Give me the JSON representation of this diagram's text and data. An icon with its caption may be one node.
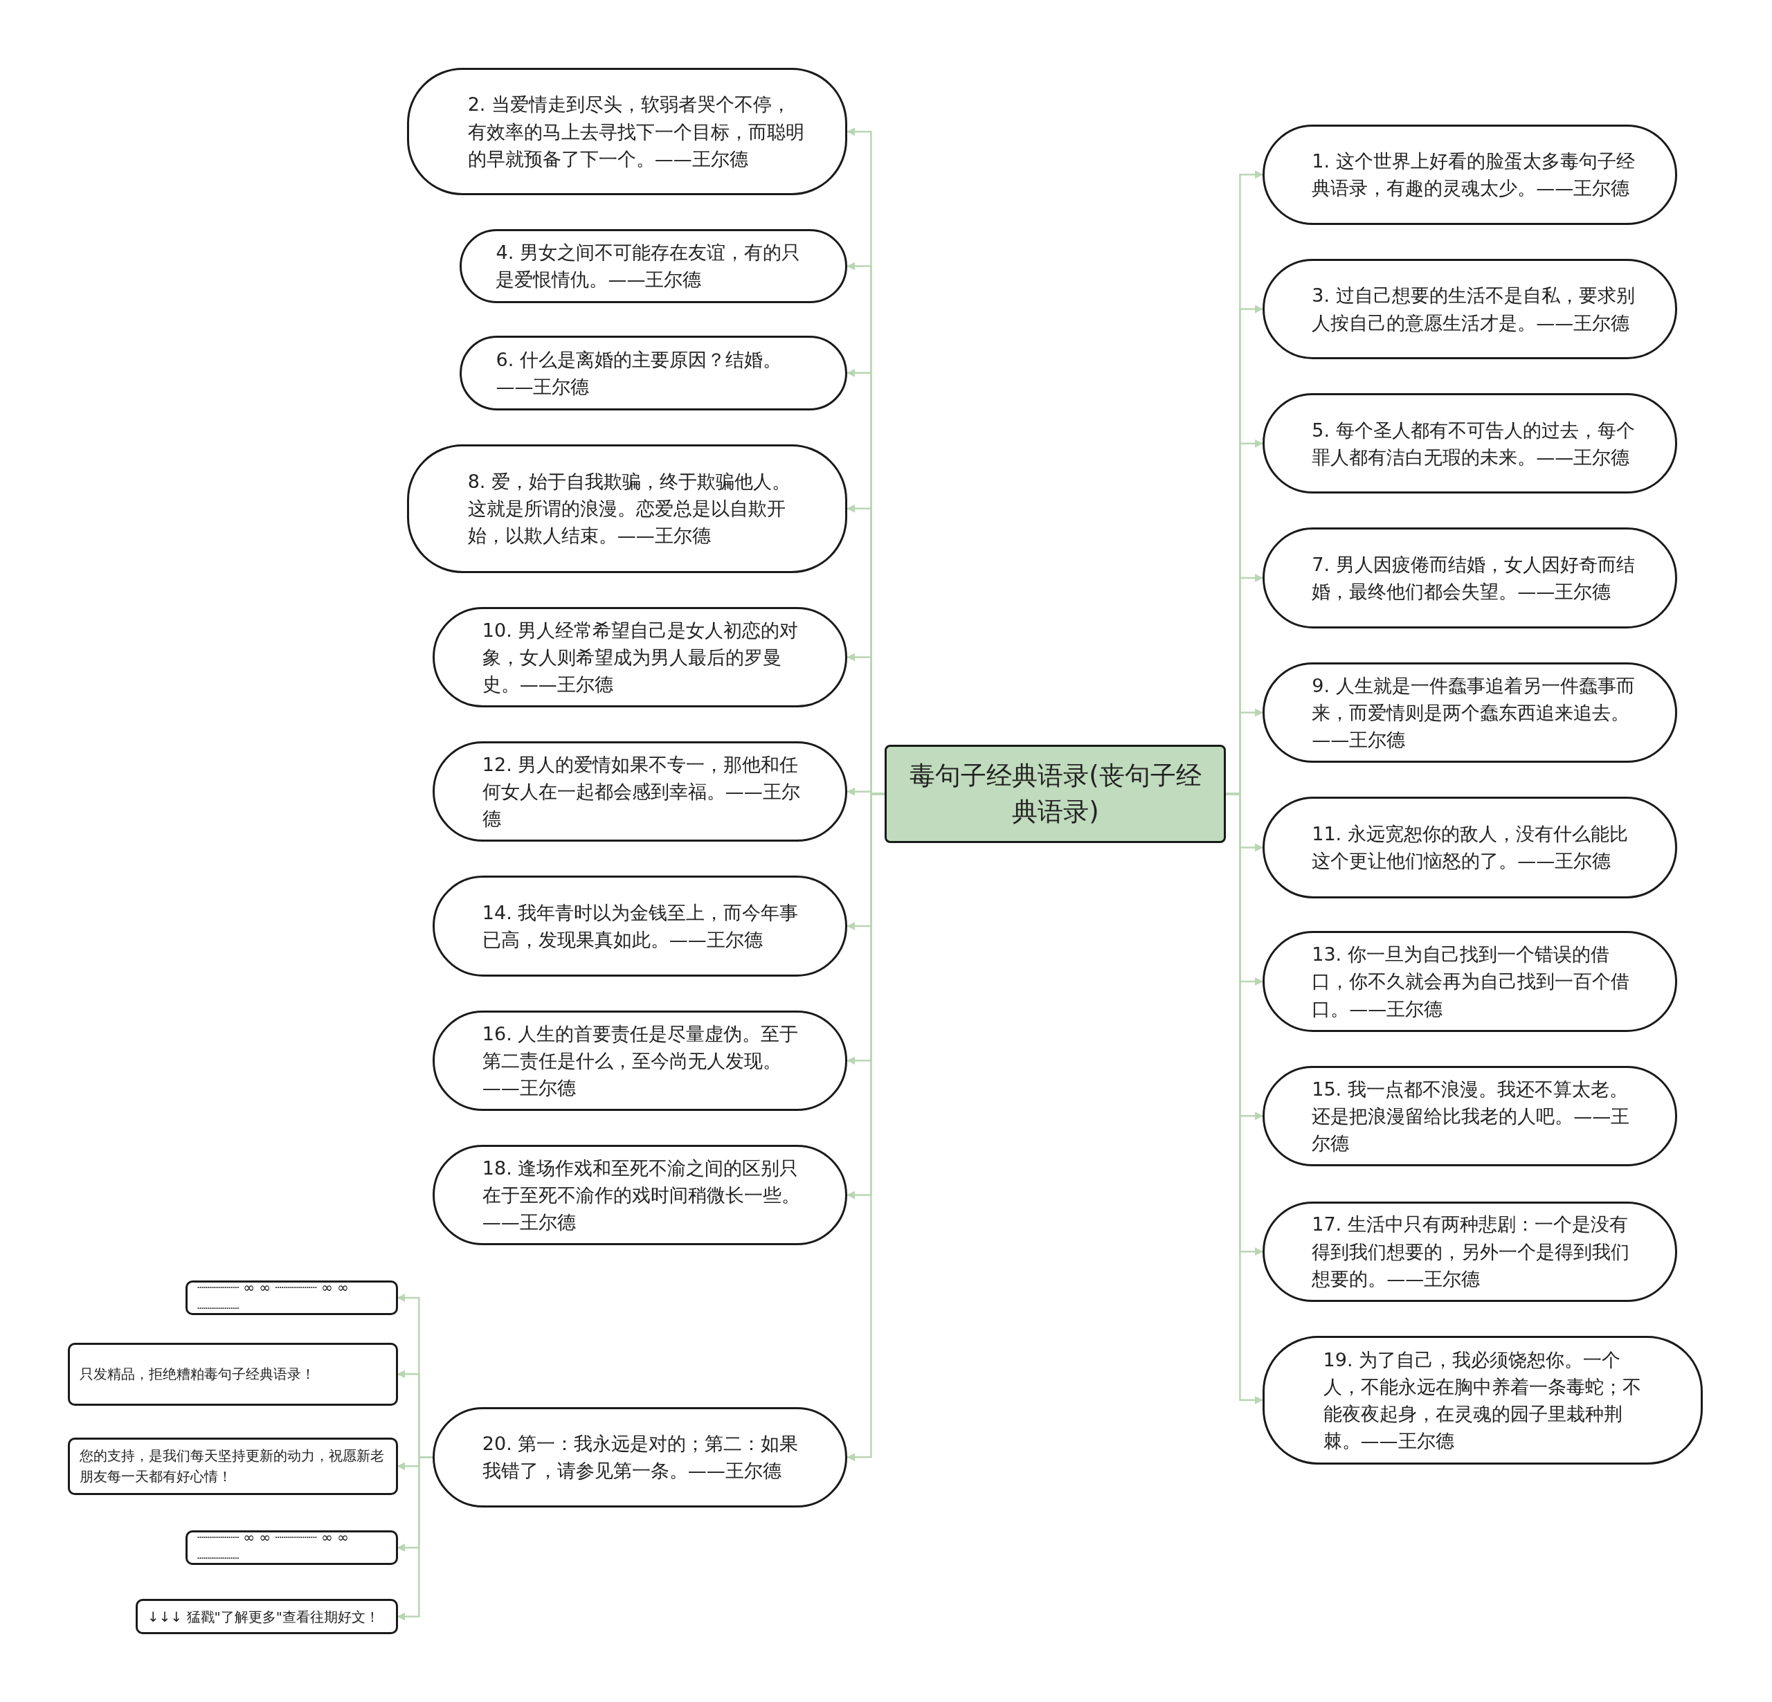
{
  "diagram": {
    "nodes": [
      {
        "text": [
          "毒句子经典语录(丧句子经典语录)"
        ]
      },
      {
        "text": [
          "2. 当爱情走到尽头，软弱者哭个不停，有效率的马上去寻找下一个目标，而聪明的早就预备了下一个。——王尔德"
        ]
      },
      {
        "text": [
          "4. 男女之间不可能存在友谊，有的只是爱恨情仇。——王尔德"
        ]
      },
      {
        "text": [
          "6. 什么是离婚的主要原因？结婚。——王尔德"
        ]
      },
      {
        "text": [
          "8. 爱，始于自我欺骗，终于欺骗他人。这就是所谓的浪漫。恋爱总是以自欺开始，以欺人结束。——王尔德"
        ]
      },
      {
        "text": [
          "10. 男人经常希望自己是女人初恋的对象，女人则希望成为男人最后的罗曼史。——王尔德"
        ]
      },
      {
        "text": [
          "12. 男人的爱情如果不专一，那他和任何女人在一起都会感到幸福。——王尔德"
        ]
      },
      {
        "text": [
          "14. 我年青时以为金钱至上，而今年事已高，发现果真如此。——王尔德"
        ]
      },
      {
        "text": [
          "16. 人生的首要责任是尽量虚伪。至于第二责任是什么，至今尚无人发现。——王尔德"
        ]
      },
      {
        "text": [
          "18. 逢场作戏和至死不渝之间的区别只在于至死不渝作的戏时间稍微长一些。——王尔德"
        ]
      },
      {
        "text": [
          "20. 第一：我永远是对的；第二：如果我错了，请参见第一条。——王尔德"
        ]
      },
      {
        "text": [
          "┈┈┈┈┈ ∞ ∞ ┈┈┈┈┈ ∞ ∞ ┈┈┈┈┈"
        ]
      },
      {
        "text": [
          "只发精品，拒绝糟粕毒句子经典语录！"
        ]
      },
      {
        "text": [
          "您的支持，是我们每天坚持更新的动力，祝愿新老朋友每一天都有好心情！"
        ]
      },
      {
        "text": [
          "┈┈┈┈┈ ∞ ∞ ┈┈┈┈┈ ∞ ∞ ┈┈┈┈┈"
        ]
      },
      {
        "text": [
          "↓↓↓ 猛戳\"了解更多\"查看往期好文！"
        ]
      },
      {
        "text": [
          "1. 这个世界上好看的脸蛋太多毒句子经典语录，有趣的灵魂太少。——王尔德"
        ]
      },
      {
        "text": [
          "3. 过自己想要的生活不是自私，要求别人按自己的意愿生活才是。——王尔德"
        ]
      },
      {
        "text": [
          "5. 每个圣人都有不可告人的过去，每个罪人都有洁白无瑕的未来。——王尔德"
        ]
      },
      {
        "text": [
          "7. 男人因疲倦而结婚，女人因好奇而结婚，最终他们都会失望。——王尔德"
        ]
      },
      {
        "text": [
          "9. 人生就是一件蠢事追着另一件蠢事而来，而爱情则是两个蠢东西追来追去。——王尔德"
        ]
      },
      {
        "text": [
          "11. 永远宽恕你的敌人，没有什么能比这个更让他们恼怒的了。——王尔德"
        ]
      },
      {
        "text": [
          "13. 你一旦为自己找到一个错误的借口，你不久就会再为自己找到一百个借口。——王尔德"
        ]
      },
      {
        "text": [
          "15. 我一点都不浪漫。我还不算太老。还是把浪漫留给比我老的人吧。——王尔德"
        ]
      },
      {
        "text": [
          "17. 生活中只有两种悲剧：一个是没有得到我们想要的，另外一个是得到我们想要的。——王尔德"
        ]
      },
      {
        "text": [
          "19. 为了自己，我必须饶恕你。一个人，不能永远在胸中养着一条毒蛇；不能夜夜起身，在灵魂的园子里栽种荆棘。——王尔德"
        ]
      }
    ],
    "edges": [
      {
        "from": 0,
        "to": 1,
        "arrow": "to"
      },
      {
        "from": 0,
        "to": 2,
        "arrow": "to"
      },
      {
        "from": 0,
        "to": 3,
        "arrow": "to"
      },
      {
        "from": 0,
        "to": 4,
        "arrow": "to"
      },
      {
        "from": 0,
        "to": 5,
        "arrow": "to"
      },
      {
        "from": 0,
        "to": 6,
        "arrow": "to"
      },
      {
        "from": 0,
        "to": 7,
        "arrow": "to"
      },
      {
        "from": 0,
        "to": 8,
        "arrow": "to"
      },
      {
        "from": 0,
        "to": 9,
        "arrow": "to"
      },
      {
        "from": 0,
        "to": 10,
        "arrow": "to"
      },
      {
        "from": 10,
        "to": 11,
        "arrow": "to"
      },
      {
        "from": 10,
        "to": 12,
        "arrow": "to"
      },
      {
        "from": 10,
        "to": 13,
        "arrow": "to"
      },
      {
        "from": 10,
        "to": 14,
        "arrow": "to"
      },
      {
        "from": 10,
        "to": 15,
        "arrow": "to"
      },
      {
        "from": 0,
        "to": 16,
        "arrow": "to"
      },
      {
        "from": 0,
        "to": 17,
        "arrow": "to"
      },
      {
        "from": 0,
        "to": 18,
        "arrow": "to"
      },
      {
        "from": 0,
        "to": 19,
        "arrow": "to"
      },
      {
        "from": 0,
        "to": 20,
        "arrow": "to"
      },
      {
        "from": 0,
        "to": 21,
        "arrow": "to"
      },
      {
        "from": 0,
        "to": 22,
        "arrow": "to"
      },
      {
        "from": 0,
        "to": 23,
        "arrow": "to"
      },
      {
        "from": 0,
        "to": 24,
        "arrow": "to"
      },
      {
        "from": 0,
        "to": 25,
        "arrow": "to"
      }
    ]
  }
}
